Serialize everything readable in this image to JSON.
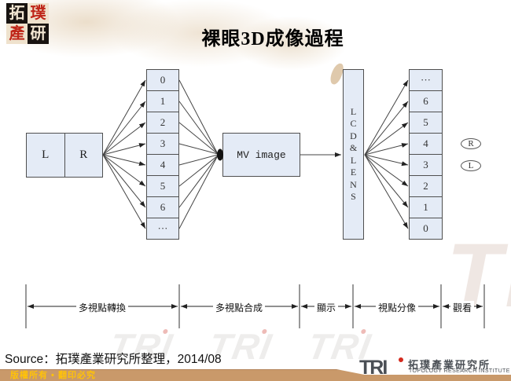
{
  "title": "裸眼3D成像過程",
  "corner_logo": {
    "chars": [
      "拓",
      "璞",
      "產",
      "研"
    ]
  },
  "diagram": {
    "source_image": {
      "left_label": "L",
      "right_label": "R"
    },
    "view_cells": [
      "0",
      "1",
      "2",
      "3",
      "4",
      "5",
      "6",
      "···"
    ],
    "mv_box_label": "MV image",
    "lcd_letters": [
      "L",
      "C",
      "D",
      "&",
      "L",
      "E",
      "N",
      "S"
    ],
    "split_cells": [
      "···",
      "6",
      "5",
      "4",
      "3",
      "2",
      "1",
      "0"
    ],
    "eye_right": "R",
    "eye_left": "L"
  },
  "stages": [
    {
      "label": "多視點轉換"
    },
    {
      "label": "多視點合成"
    },
    {
      "label": "顯示"
    },
    {
      "label": "視點分像"
    },
    {
      "label": "觀看"
    }
  ],
  "source_note": "Source：拓璞產業研究所整理，2014/08",
  "footer": {
    "copyright": "版權所有 • 翻印必究",
    "brand_acronym": "TRI",
    "brand_cn": "拓璞產業研究所",
    "brand_en": "TOPOLOGY RESEARCH INSTITUTE"
  },
  "watermark_text": "TRI",
  "colors": {
    "box_fill": "#e4ebf6",
    "box_border": "#4f4f4f",
    "footer_bar": "#c9996a",
    "footer_text": "#ffc208",
    "brand_red": "#d42a1e",
    "brand_gray": "#4a4f55",
    "logo_red": "#bf2518",
    "logo_black": "#181310"
  }
}
